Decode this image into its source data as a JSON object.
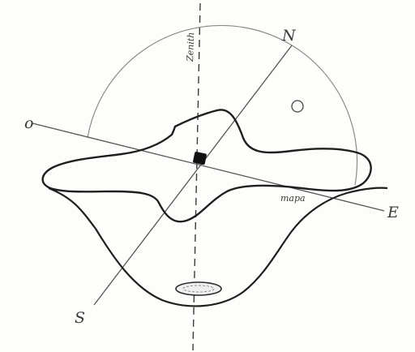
{
  "labels": {
    "north": "N",
    "south": "S",
    "east": "E",
    "west": "o",
    "vertical_axis": "Zenith",
    "horizon": "mapa"
  },
  "colors": {
    "ink": "#1a1a1a",
    "pencil": "#6f6f6f",
    "paper": "#fdfdfc",
    "center_mark": "#111111"
  }
}
